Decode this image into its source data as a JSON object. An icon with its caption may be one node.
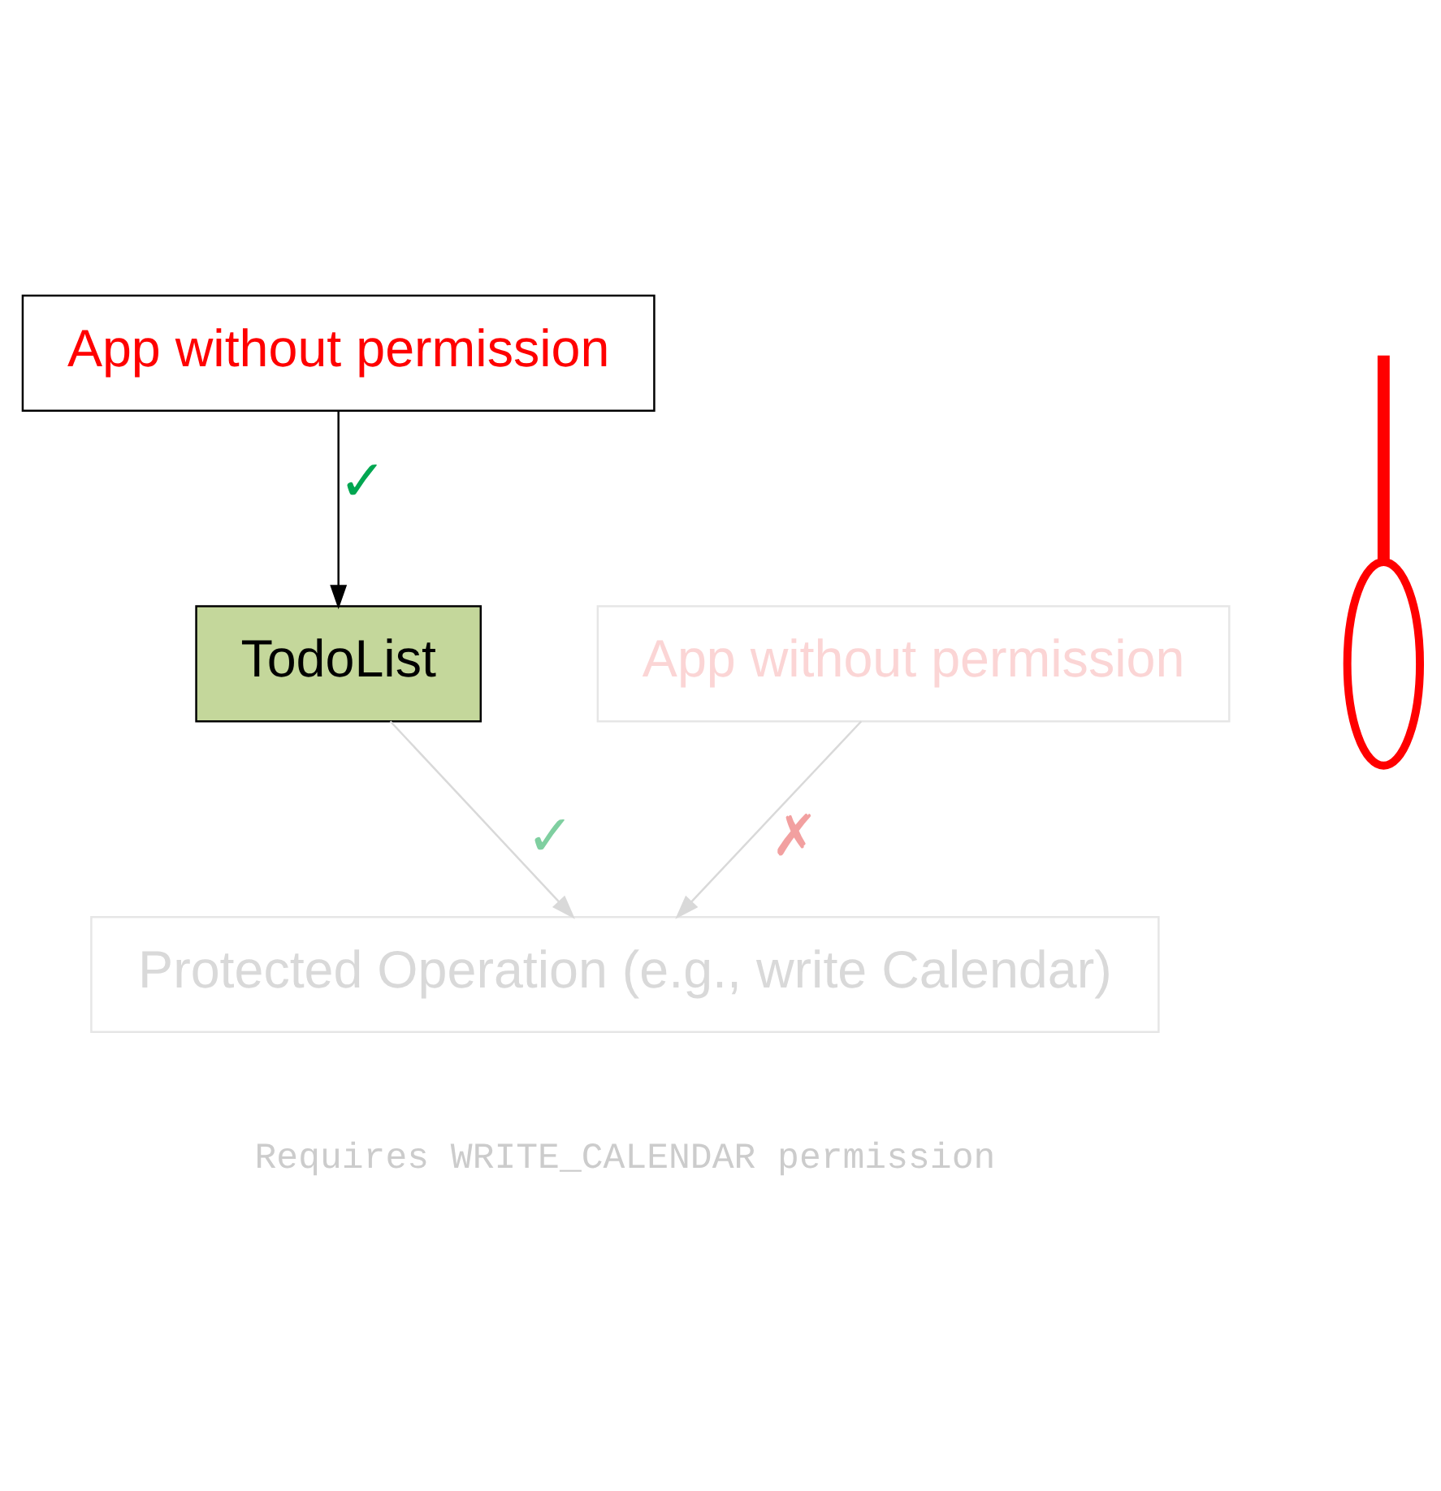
{
  "diagram": {
    "nodes": [
      {
        "text": [
          "App without permission"
        ]
      },
      {
        "text": [
          "TodoList"
        ]
      },
      {
        "text": [],
        "shape": "ellipse"
      },
      {
        "text": [
          "App without permission"
        ]
      },
      {
        "text": [
          "Protected Operation (e.g., write Calendar)"
        ]
      }
    ],
    "edges": [
      {
        "from": 0,
        "to": 1,
        "arrow": "to",
        "label": "✓",
        "color": "#000000"
      },
      {
        "from": null,
        "to": 2,
        "arrow": "none",
        "style": "thick",
        "color": "#ff0000"
      },
      {
        "from": 3,
        "to": 4,
        "arrow": "to",
        "label": "✗",
        "color": "#d9d9d9"
      },
      {
        "from": 1,
        "to": 4,
        "arrow": "to",
        "label": "✓",
        "color": "#d9d9d9"
      }
    ],
    "labels": [
      "Requires WRITE_CALENDAR permission"
    ]
  }
}
